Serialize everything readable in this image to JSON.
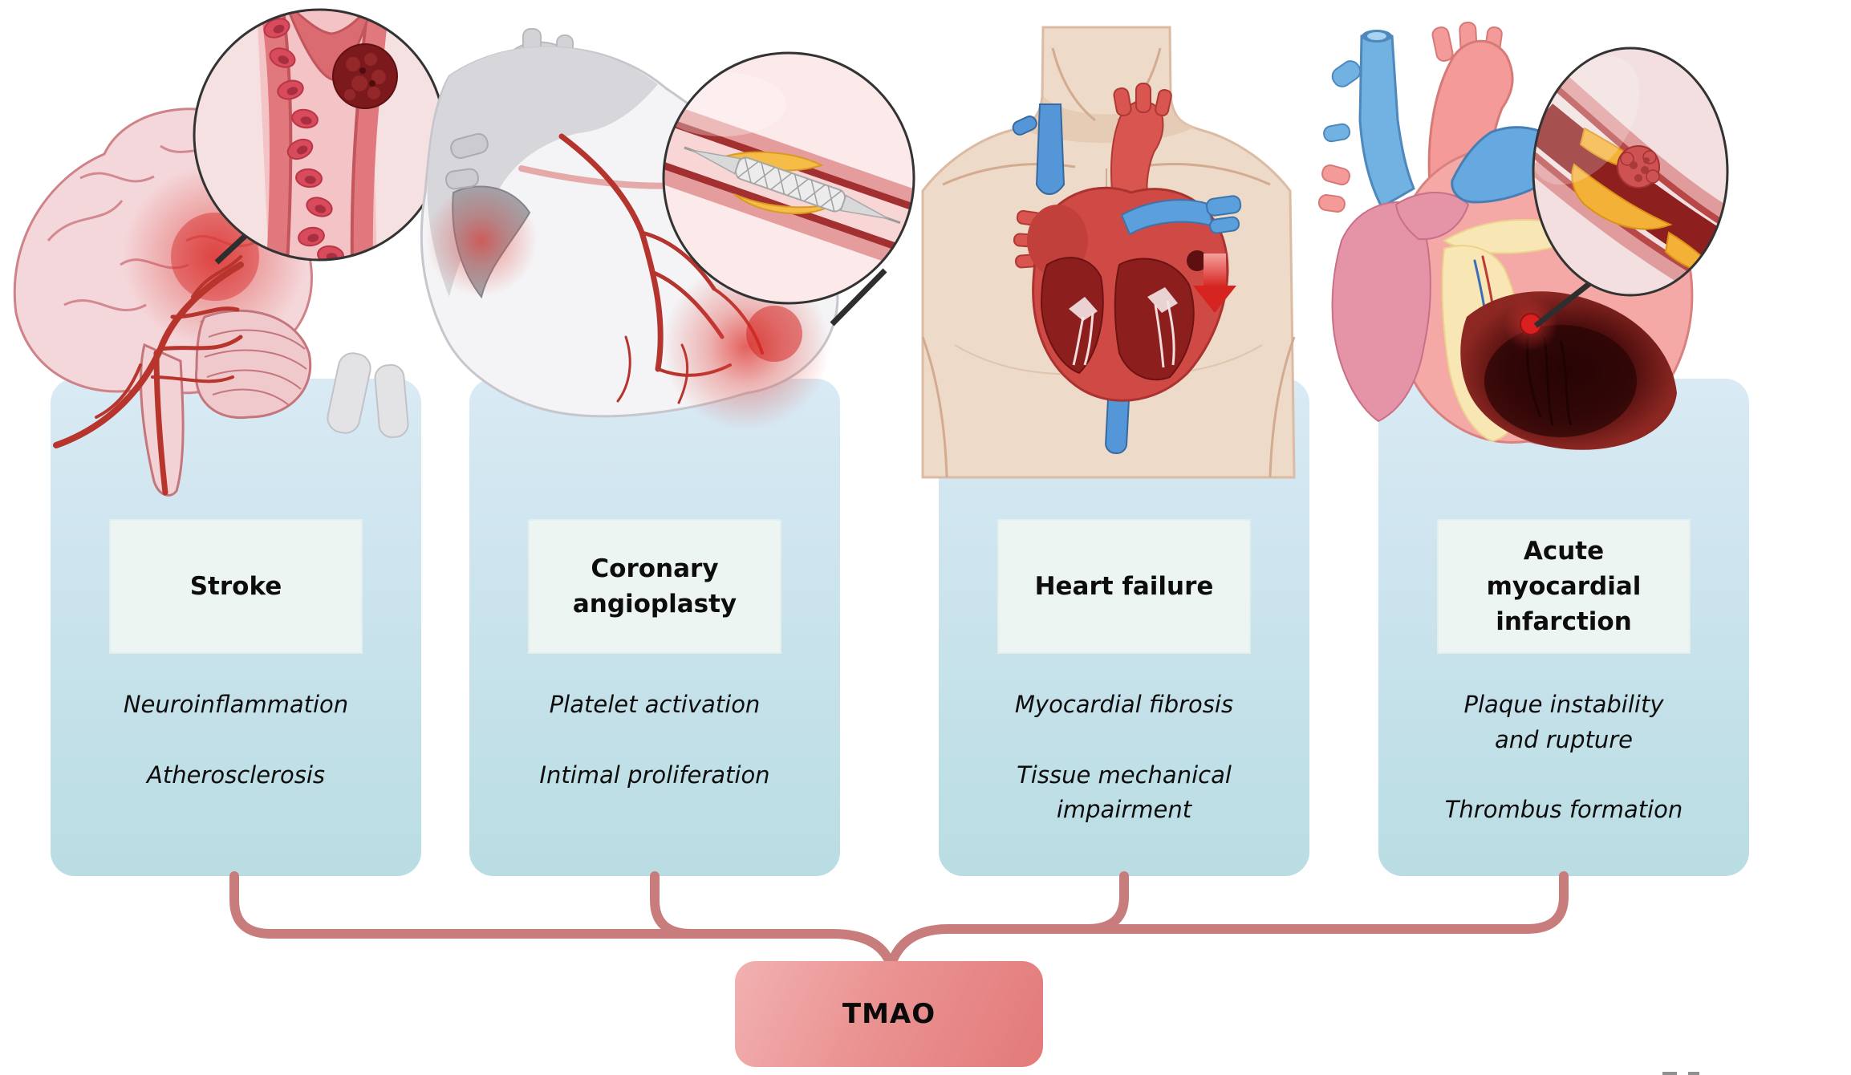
{
  "figure": {
    "type": "medical-pathway-diagram",
    "center_node_label": "TMAO",
    "connector_color": "#c97c7c",
    "card_background_top": "#d9eaf4",
    "card_background_bottom": "#b9dde3",
    "title_box_background": "#edf5f2",
    "tmao_box_gradient": [
      "#f2b1b1",
      "#e37a7a"
    ]
  },
  "cards": [
    {
      "title": "Stroke",
      "items": [
        "Neuroinflammation",
        "Atherosclerosis"
      ],
      "icon": "brain-with-stroke-site",
      "inset": "brain-vessel-with-clot-magnifier"
    },
    {
      "title": "Coronary\nangioplasty",
      "items": [
        "Platelet activation",
        "Intimal proliferation"
      ],
      "icon": "heart-with-coronary-arteries",
      "inset": "stent-balloon-in-artery-magnifier"
    },
    {
      "title": "Heart failure",
      "items": [
        "Myocardial fibrosis",
        "Tissue mechanical\nimpairment"
      ],
      "icon": "torso-heart-with-decline-arrow",
      "inset": ""
    },
    {
      "title": "Acute\nmyocardial\ninfarction",
      "items": [
        "Plaque instability\nand rupture",
        "Thrombus formation"
      ],
      "icon": "infarcted-heart",
      "inset": "ruptured-plaque-thrombus-artery-magnifier"
    }
  ],
  "tmao": {
    "label": "TMAO"
  }
}
